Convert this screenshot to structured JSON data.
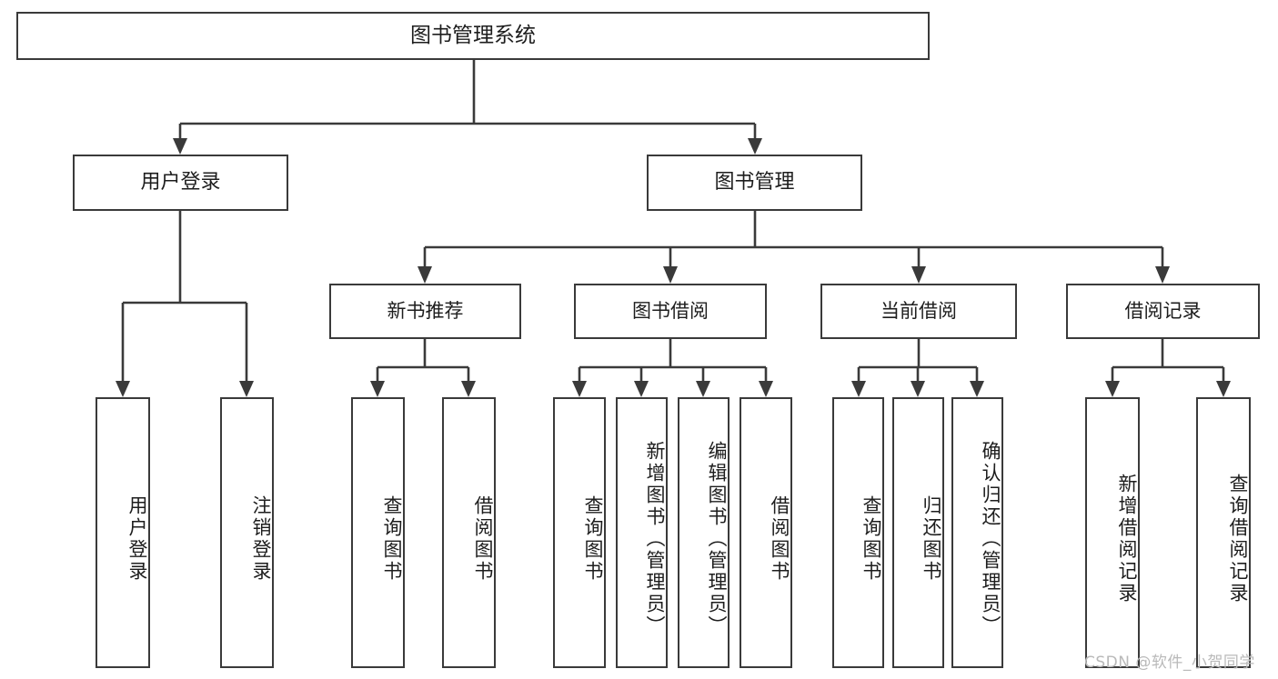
{
  "diagram": {
    "title_node": {
      "label": "图书管理系统"
    },
    "level2": [
      {
        "id": "user-login",
        "label": "用户登录"
      },
      {
        "id": "book-manage",
        "label": "图书管理"
      }
    ],
    "level3": [
      {
        "id": "new-book-recommend",
        "label": "新书推荐"
      },
      {
        "id": "book-borrow",
        "label": "图书借阅"
      },
      {
        "id": "current-borrow",
        "label": "当前借阅"
      },
      {
        "id": "borrow-record",
        "label": "借阅记录"
      }
    ],
    "leaves": {
      "user_login": [
        {
          "id": "leaf-user-login",
          "label": "用户登录"
        },
        {
          "id": "leaf-logout",
          "label": "注销登录"
        }
      ],
      "new_book_recommend": [
        {
          "id": "leaf-query-book-1",
          "label": "查询图书"
        },
        {
          "id": "leaf-borrow-book-1",
          "label": "借阅图书"
        }
      ],
      "book_borrow": [
        {
          "id": "leaf-query-book-2",
          "label": "查询图书"
        },
        {
          "id": "leaf-add-book",
          "label": "新增图书（管理员）"
        },
        {
          "id": "leaf-edit-book",
          "label": "编辑图书（管理员）"
        },
        {
          "id": "leaf-borrow-book-2",
          "label": "借阅图书"
        }
      ],
      "current_borrow": [
        {
          "id": "leaf-query-book-3",
          "label": "查询图书"
        },
        {
          "id": "leaf-return-book",
          "label": "归还图书"
        },
        {
          "id": "leaf-confirm-return",
          "label": "确认归还（管理员）"
        }
      ],
      "borrow_record": [
        {
          "id": "leaf-add-record",
          "label": "新增借阅记录"
        },
        {
          "id": "leaf-query-record",
          "label": "查询借阅记录"
        }
      ]
    }
  },
  "watermark": {
    "text": "CSDN @软件_小贺同学"
  },
  "colors": {
    "stroke": "#3a3a3a",
    "text": "#1d1d1d",
    "background": "#ffffff",
    "watermark": "#b9b9b9"
  }
}
